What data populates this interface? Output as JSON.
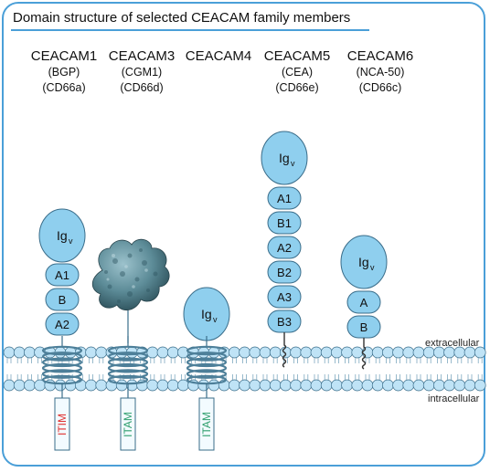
{
  "title": "Domain structure of selected CEACAM family members",
  "labels": {
    "extracellular": "extracellular",
    "intracellular": "intracellular"
  },
  "colors": {
    "frame": "#4a9fd8",
    "domain": "#8fcfee",
    "domain_stroke": "#3a6d8a",
    "motif_red": "#e0302e",
    "motif_green": "#2f9f6d",
    "membrane": "#bfe3f6"
  },
  "members": [
    {
      "name": "CEACAM1",
      "aliases": [
        "(BGP)",
        "(CD66a)"
      ],
      "domains": [
        "Ig",
        "A1",
        "B",
        "A2"
      ],
      "anchor": "transmembrane",
      "cytoplasmic": "ITIM",
      "motif_color": "#e0302e"
    },
    {
      "name": "CEACAM3",
      "aliases": [
        "(CGM1)",
        "(CD66d)"
      ],
      "domains": [],
      "structure": "protein surface model",
      "anchor": "transmembrane",
      "cytoplasmic": "ITAM",
      "motif_color": "#2f9f6d"
    },
    {
      "name": "CEACAM4",
      "aliases": [],
      "domains": [
        "Ig"
      ],
      "anchor": "transmembrane",
      "cytoplasmic": "ITAM",
      "motif_color": "#2f9f6d"
    },
    {
      "name": "CEACAM5",
      "aliases": [
        "(CEA)",
        "(CD66e)"
      ],
      "domains": [
        "Ig",
        "A1",
        "B1",
        "A2",
        "B2",
        "A3",
        "B3"
      ],
      "anchor": "GPI"
    },
    {
      "name": "CEACAM6",
      "aliases": [
        "(NCA-50)",
        "(CD66c)"
      ],
      "domains": [
        "Ig",
        "A",
        "B"
      ],
      "anchor": "GPI"
    }
  ]
}
